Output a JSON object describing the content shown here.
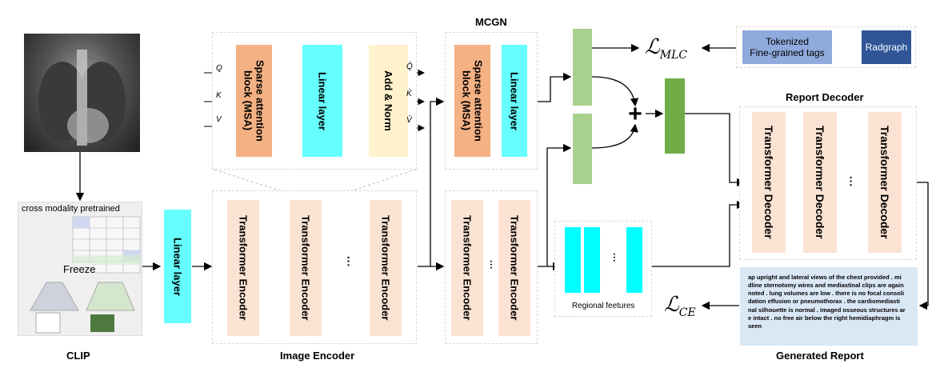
{
  "clip": {
    "label": "CLIP",
    "pretrained_label": "cross modality pretrained",
    "freeze_label": "Freeze"
  },
  "linear_layer_label": "Linear layer",
  "image_encoder": {
    "label": "Image  Encoder",
    "blocks": [
      "Transformer Encoder",
      "Transformer Encoder",
      "Transformer Encoder"
    ],
    "ellipsis": "···"
  },
  "attention_detail": {
    "inputs": [
      "Q",
      "K",
      "V"
    ],
    "outputs": [
      "Q̄",
      "K̄",
      "V̄"
    ],
    "sparse_attention": "Sparse  attention block (MSA)",
    "linear_layer": "Linear layer",
    "add_norm": "Add & Norm"
  },
  "mcgn": {
    "label": "MCGN",
    "sparse_attention": "Sparse  attention block (MSA)",
    "linear_layer": "Linear layer",
    "blocks": [
      "Transformer Encoder",
      "Transformer Encoder"
    ],
    "ellipsis": "···"
  },
  "regional": {
    "label": "Regional feetures",
    "ellipsis": "···"
  },
  "loss_mlc": "ℒ",
  "loss_mlc_sub": "MLC",
  "loss_ce": "ℒ",
  "loss_ce_sub": "CE",
  "plus": "+",
  "tags": {
    "tokenized_line1": "Tokenized",
    "tokenized_line2": "Fine-grained tags",
    "radgraph": "Radgraph"
  },
  "report_decoder": {
    "label": "Report Decoder",
    "blocks": [
      "Transformer Decoder",
      "Transformer Decoder",
      "Transformer Decoder"
    ],
    "ellipsis": "···"
  },
  "generated_report": {
    "label": "Generated Report",
    "text": "ap upright and lateral views of the chest provided . mi dline sternotomy wires and mediastinal clips are again noted . lung volumes are low . there is no focal consoli dation effusion or pneumothorax . the cardiomediasti nal silhouette is normal . imaged osseous structures ar e intact . no free air below the right hemidiaphragm is seen"
  }
}
